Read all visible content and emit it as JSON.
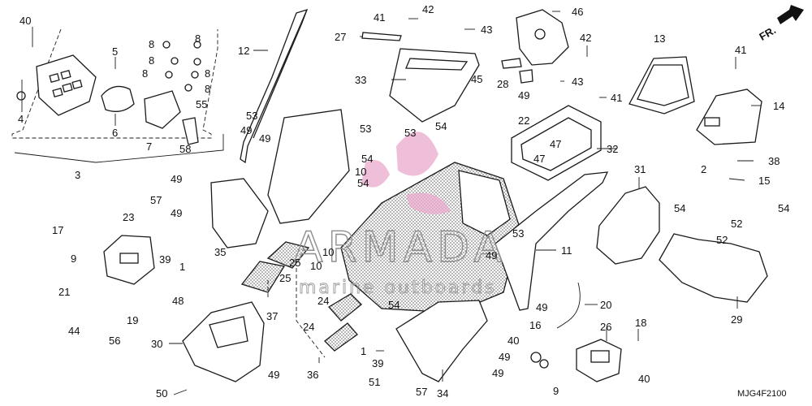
{
  "diagram": {
    "code": "MJG4F2100",
    "direction_label": "FR.",
    "watermark": {
      "brand": "ARMADA",
      "tagline": "marine outboards",
      "color": "#e9a8cc"
    },
    "callouts": [
      {
        "id": "c40a",
        "text": "40"
      },
      {
        "id": "c5",
        "text": "5"
      },
      {
        "id": "c8a",
        "text": "8"
      },
      {
        "id": "c8b",
        "text": "8"
      },
      {
        "id": "c8c",
        "text": "8"
      },
      {
        "id": "c8d",
        "text": "8"
      },
      {
        "id": "c8e",
        "text": "8"
      },
      {
        "id": "c8f",
        "text": "8"
      },
      {
        "id": "c8g",
        "text": "8"
      },
      {
        "id": "c4",
        "text": "4"
      },
      {
        "id": "c6",
        "text": "6"
      },
      {
        "id": "c7",
        "text": "7"
      },
      {
        "id": "c55",
        "text": "55"
      },
      {
        "id": "c58",
        "text": "58"
      },
      {
        "id": "c3",
        "text": "3"
      },
      {
        "id": "c12",
        "text": "12"
      },
      {
        "id": "c27",
        "text": "27"
      },
      {
        "id": "c41a",
        "text": "41"
      },
      {
        "id": "c42a",
        "text": "42"
      },
      {
        "id": "c43a",
        "text": "43"
      },
      {
        "id": "c46",
        "text": "46"
      },
      {
        "id": "c42b",
        "text": "42"
      },
      {
        "id": "c43b",
        "text": "43"
      },
      {
        "id": "c13",
        "text": "13"
      },
      {
        "id": "c41b",
        "text": "41"
      },
      {
        "id": "c14",
        "text": "14"
      },
      {
        "id": "c33",
        "text": "33"
      },
      {
        "id": "c28",
        "text": "28"
      },
      {
        "id": "c45",
        "text": "45"
      },
      {
        "id": "c49a",
        "text": "49"
      },
      {
        "id": "c22",
        "text": "22"
      },
      {
        "id": "c41c",
        "text": "41"
      },
      {
        "id": "c53a",
        "text": "53"
      },
      {
        "id": "c53b",
        "text": "53"
      },
      {
        "id": "c53c",
        "text": "53"
      },
      {
        "id": "c54a",
        "text": "54"
      },
      {
        "id": "c47a",
        "text": "47"
      },
      {
        "id": "c47b",
        "text": "47"
      },
      {
        "id": "c32",
        "text": "32"
      },
      {
        "id": "c38",
        "text": "38"
      },
      {
        "id": "c2",
        "text": "2"
      },
      {
        "id": "c15",
        "text": "15"
      },
      {
        "id": "c49b",
        "text": "49"
      },
      {
        "id": "c49c",
        "text": "49"
      },
      {
        "id": "c54b",
        "text": "54"
      },
      {
        "id": "c10a",
        "text": "10"
      },
      {
        "id": "c54c",
        "text": "54"
      },
      {
        "id": "c49d",
        "text": "49"
      },
      {
        "id": "c31",
        "text": "31"
      },
      {
        "id": "c54d",
        "text": "54"
      },
      {
        "id": "c52a",
        "text": "52"
      },
      {
        "id": "c54e",
        "text": "54"
      },
      {
        "id": "c52b",
        "text": "52"
      },
      {
        "id": "c17",
        "text": "17"
      },
      {
        "id": "c23",
        "text": "23"
      },
      {
        "id": "c57a",
        "text": "57"
      },
      {
        "id": "c49e",
        "text": "49"
      },
      {
        "id": "c9a",
        "text": "9"
      },
      {
        "id": "c39a",
        "text": "39"
      },
      {
        "id": "c1a",
        "text": "1"
      },
      {
        "id": "c35",
        "text": "35"
      },
      {
        "id": "c10b",
        "text": "10"
      },
      {
        "id": "c25a",
        "text": "25"
      },
      {
        "id": "c10c",
        "text": "10"
      },
      {
        "id": "c25b",
        "text": "25"
      },
      {
        "id": "c53d",
        "text": "53"
      },
      {
        "id": "c11",
        "text": "11"
      },
      {
        "id": "c49f",
        "text": "49"
      },
      {
        "id": "c21",
        "text": "21"
      },
      {
        "id": "c37",
        "text": "37"
      },
      {
        "id": "c24a",
        "text": "24"
      },
      {
        "id": "c54f",
        "text": "54"
      },
      {
        "id": "c29",
        "text": "29"
      },
      {
        "id": "c44",
        "text": "44"
      },
      {
        "id": "c19",
        "text": "19"
      },
      {
        "id": "c48",
        "text": "48"
      },
      {
        "id": "c49g",
        "text": "49"
      },
      {
        "id": "c20",
        "text": "20"
      },
      {
        "id": "c24b",
        "text": "24"
      },
      {
        "id": "c16",
        "text": "16"
      },
      {
        "id": "c26",
        "text": "26"
      },
      {
        "id": "c18",
        "text": "18"
      },
      {
        "id": "c56",
        "text": "56"
      },
      {
        "id": "c30",
        "text": "30"
      },
      {
        "id": "c40b",
        "text": "40"
      },
      {
        "id": "c1b",
        "text": "1"
      },
      {
        "id": "c49h",
        "text": "49"
      },
      {
        "id": "c39b",
        "text": "39"
      },
      {
        "id": "c36",
        "text": "36"
      },
      {
        "id": "c49i",
        "text": "49"
      },
      {
        "id": "c51",
        "text": "51"
      },
      {
        "id": "c49j",
        "text": "49"
      },
      {
        "id": "c9b",
        "text": "9"
      },
      {
        "id": "c40c",
        "text": "40"
      },
      {
        "id": "c50",
        "text": "50"
      },
      {
        "id": "c57b",
        "text": "57"
      },
      {
        "id": "c34",
        "text": "34"
      }
    ]
  }
}
